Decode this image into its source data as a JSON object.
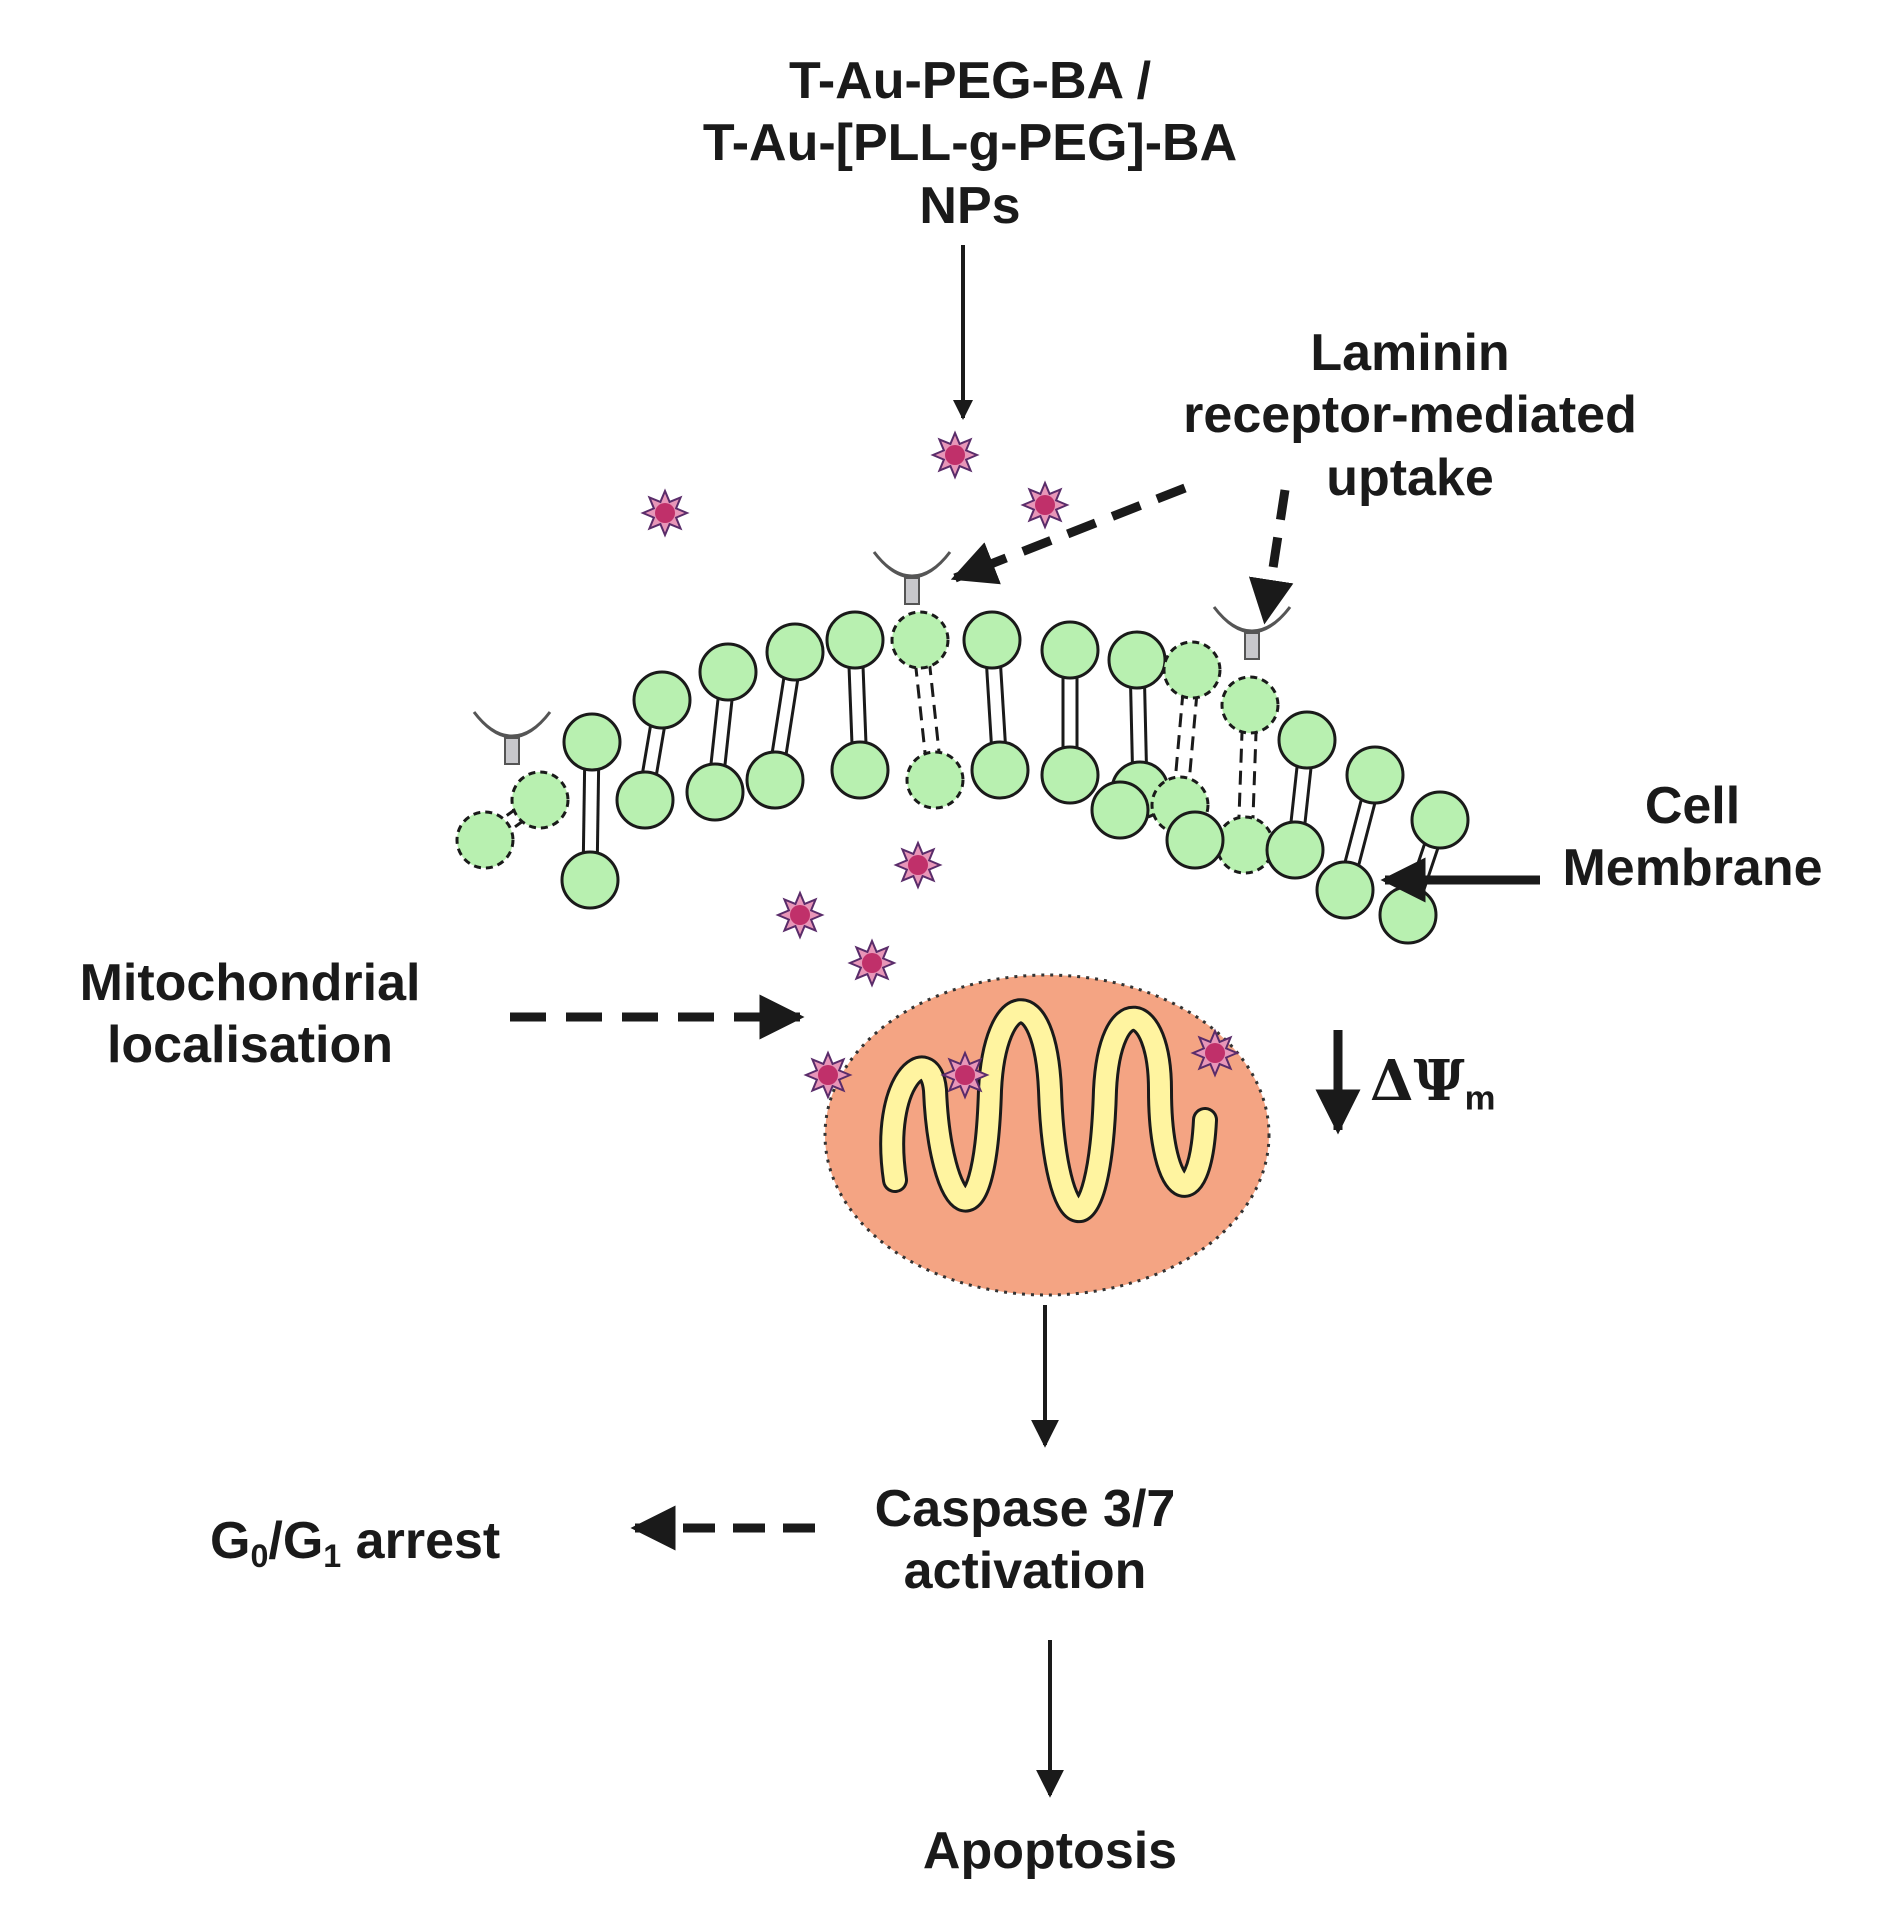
{
  "labels": {
    "np_line1": "T-Au-PEG-BA /",
    "np_line2": "T-Au-[PLL-g-PEG]-BA",
    "np_line3": "NPs",
    "laminin_line1": "Laminin",
    "laminin_line2": "receptor-mediated",
    "laminin_line3": "uptake",
    "membrane_line1": "Cell",
    "membrane_line2": "Membrane",
    "mito_line1": "Mitochondrial",
    "mito_line2": "localisation",
    "delta_psi": "ΔΨ",
    "delta_psi_sub": "m",
    "caspase_line1": "Caspase 3/7",
    "caspase_line2": "activation",
    "g_arrest_g": "G",
    "g_arrest_sub0": "0",
    "g_arrest_slash": "/G",
    "g_arrest_sub1": "1",
    "g_arrest_rest": " arrest",
    "apoptosis": "Apoptosis"
  },
  "colors": {
    "lipid_head_fill": "#b8f0b0",
    "lipid_head_stroke": "#1a1a1a",
    "mito_outer": "#f4a483",
    "mito_inner": "#fff4a0",
    "nanoparticle": "#c0306a",
    "receptor": "#c8c8cc",
    "ink": "#1a1a1a"
  }
}
